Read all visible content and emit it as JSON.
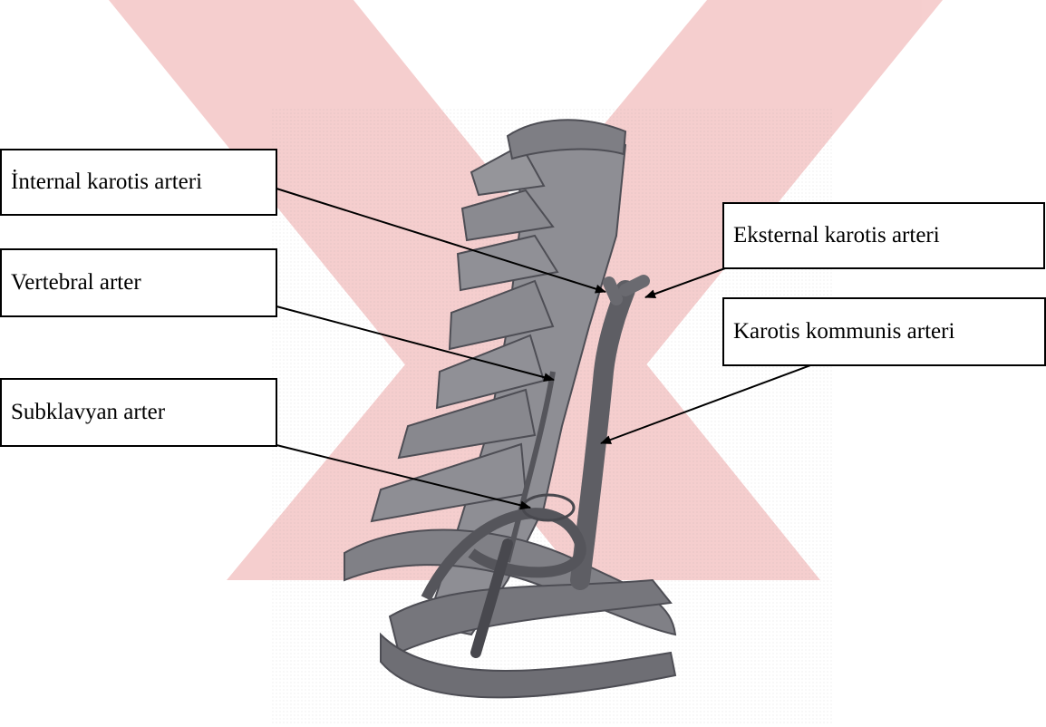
{
  "labels": {
    "internal_carotid": "İnternal karotis arteri",
    "external_carotid": "Eksternal  karotis arteri",
    "vertebral": "Vertebral arter",
    "common_carotid": "Karotis kommunis arteri",
    "subclavian": "Subklavyan arter"
  },
  "colors": {
    "watermark": "#f4c9c9",
    "bone": "#8d8d92",
    "bone_dark": "#5c5c62",
    "artery": "#6a6a70",
    "line": "#000000"
  },
  "icons": {
    "watermark": "x-watermark-icon",
    "arrowhead": "arrowhead-icon"
  }
}
